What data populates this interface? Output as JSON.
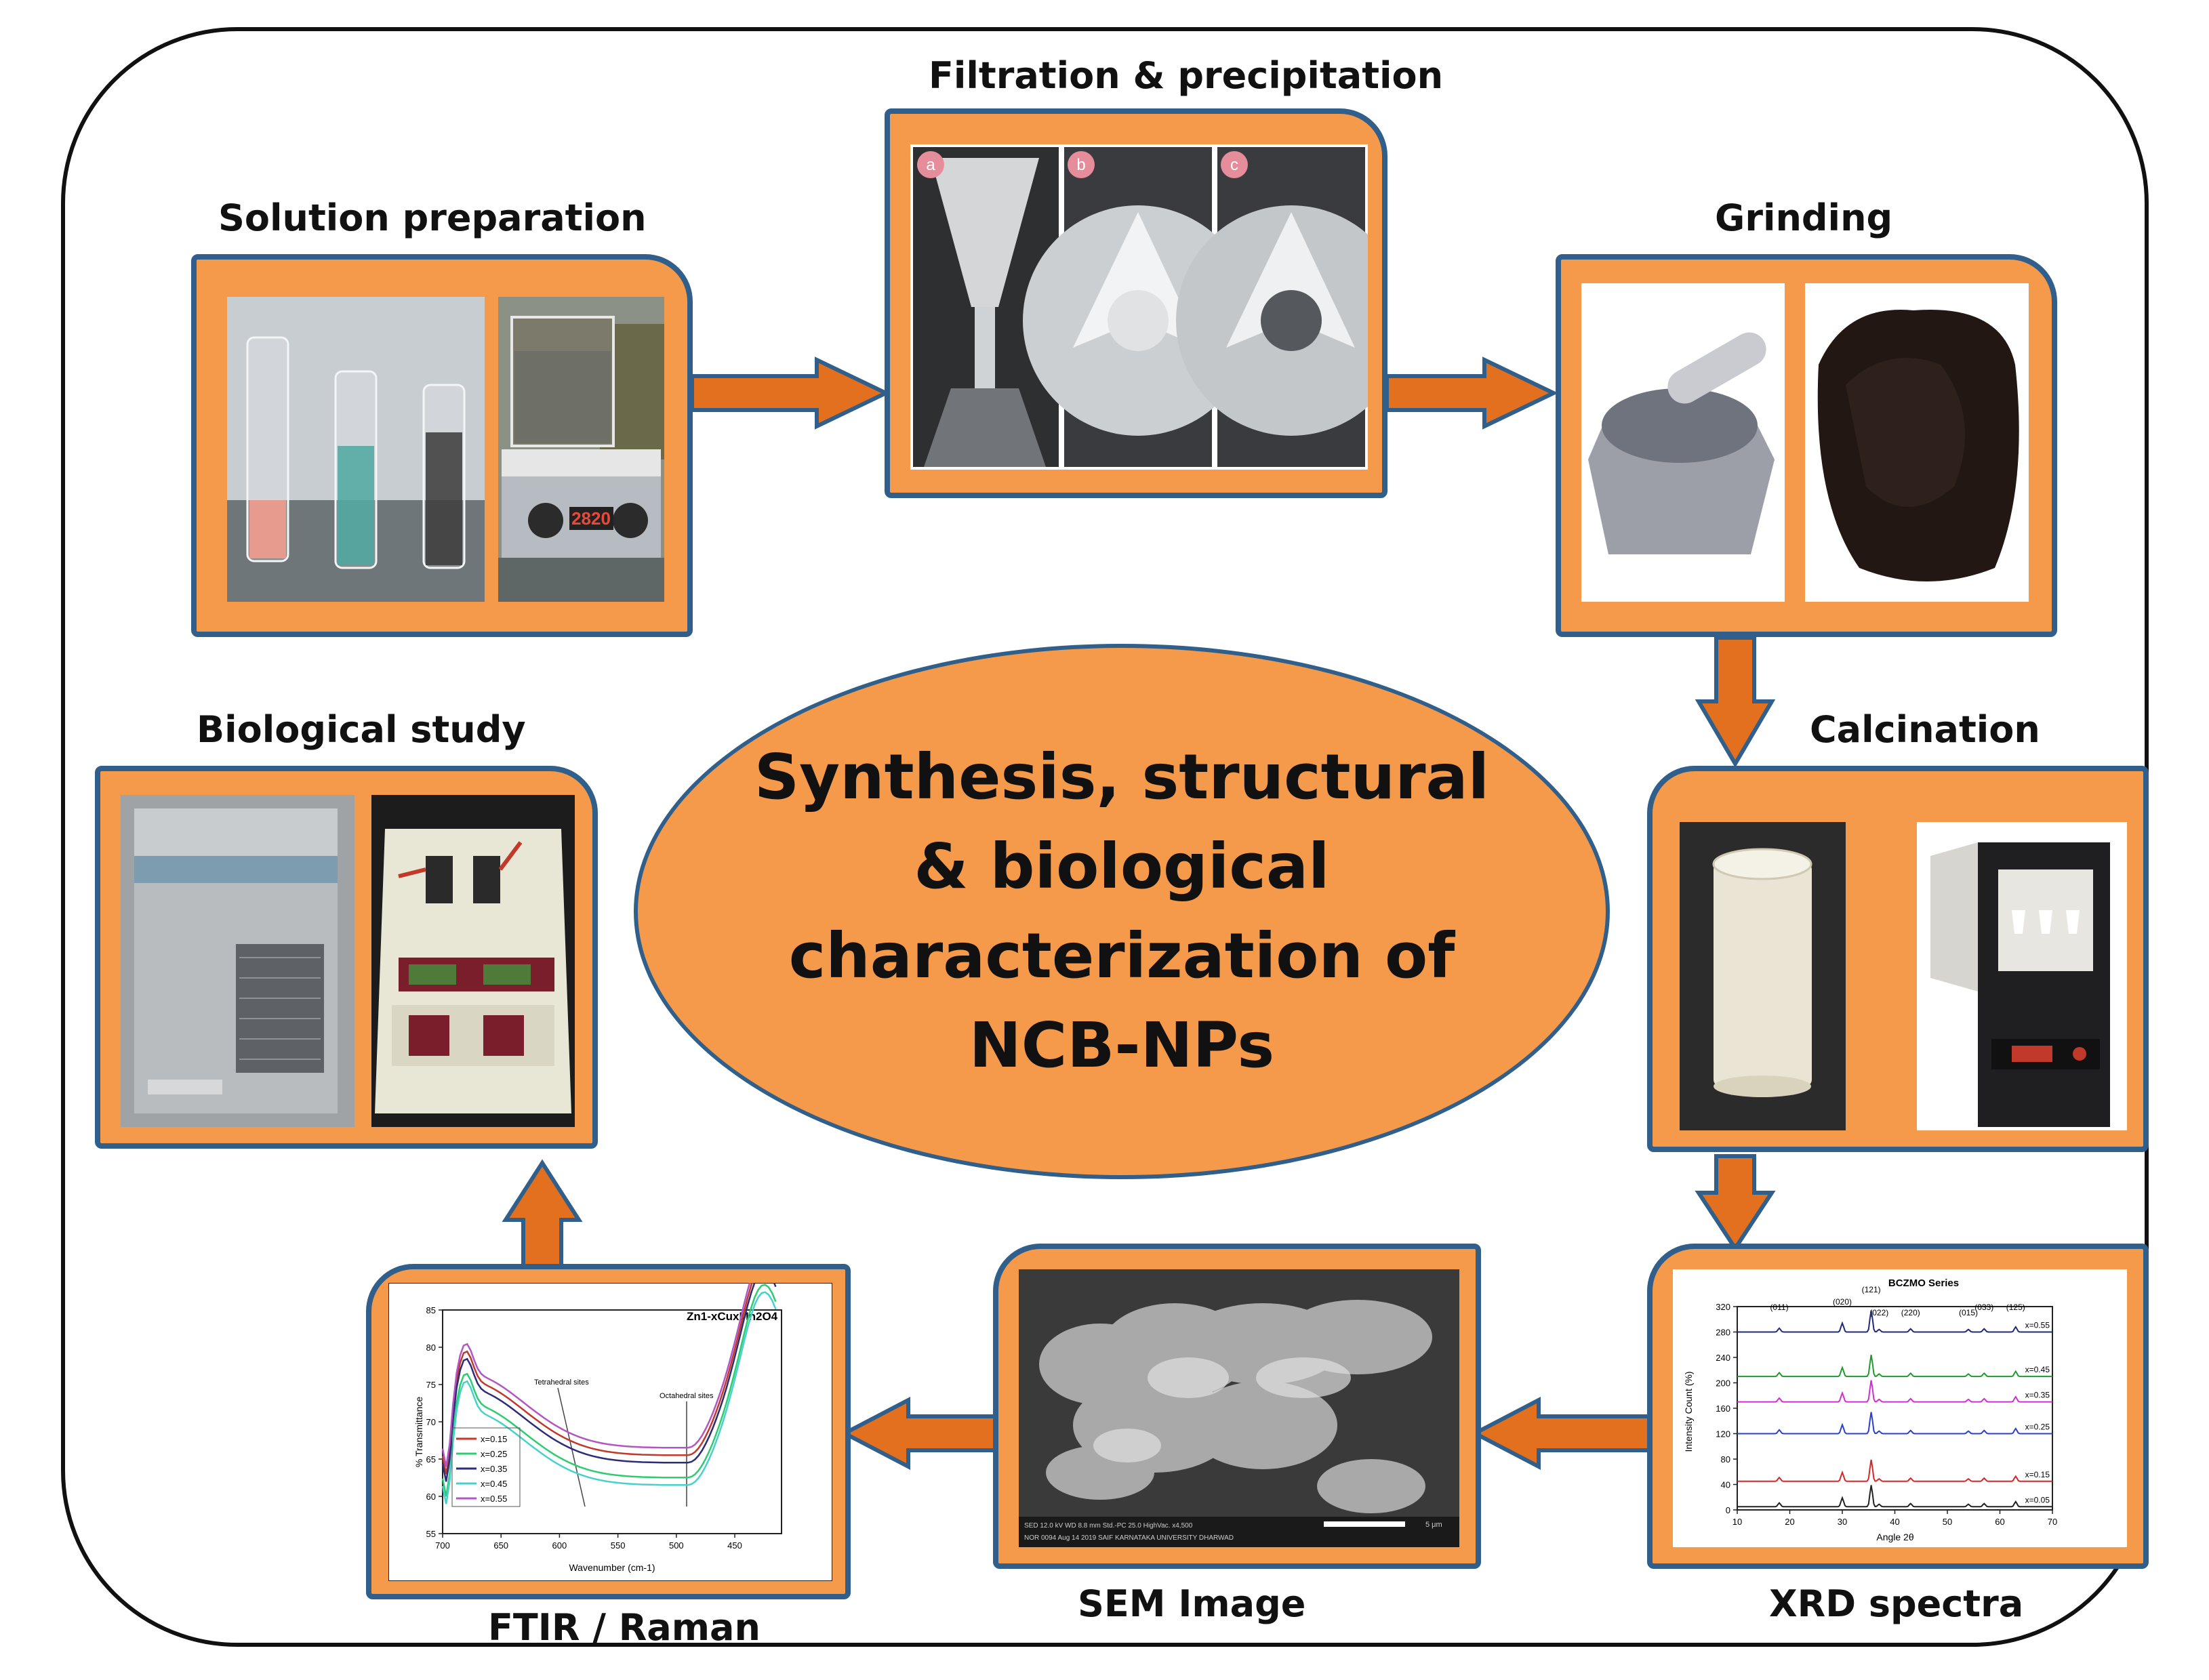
{
  "center": {
    "lines": [
      "Synthesis, structural",
      "& biological",
      "characterization of",
      "NCB-NPs"
    ]
  },
  "steps": {
    "solution": "Solution preparation",
    "filtration": "Filtration & precipitation",
    "grinding": "Grinding",
    "calcination": "Calcination",
    "xrd": "XRD spectra",
    "sem": "SEM Image",
    "ftir": "FTIR / Raman",
    "biological": "Biological study"
  },
  "photo_labels": {
    "filter_a": "a",
    "filter_b": "b",
    "filter_c": "c",
    "stirrer_display": "2820"
  },
  "colors": {
    "panel_fill": "#F49A4A",
    "panel_border": "#2F5F8A",
    "arrow_fill": "#E2701E",
    "ellipse_fill": "#F49A4A"
  },
  "xrd_chart": {
    "title": "BCZMO Series",
    "xlabel": "Angle 2θ",
    "ylabel": "Intensity Count (%)",
    "xticks": [
      "10",
      "20",
      "30",
      "40",
      "50",
      "60",
      "70"
    ],
    "yticks": [
      "0",
      "40",
      "80",
      "120",
      "160",
      "200",
      "240",
      "280",
      "320"
    ],
    "peaks": [
      "(011)",
      "(020)",
      "(121)",
      "(022)",
      "(220)",
      "(015)",
      "(033)",
      "(125)"
    ],
    "series": [
      "x=0.05",
      "x=0.15",
      "x=0.25",
      "x=0.35",
      "x=0.45",
      "x=0.55"
    ]
  },
  "sem_info": {
    "line1": "SED  12.0 kV  WD 8.8 mm  Std.-PC 25.0  HighVac.  x4,500",
    "line2": "NOR  0094  Aug 14 2019  SAIF KARNATAKA UNIVERSITY DHARWAD",
    "scale": "5 μm"
  },
  "ftir_chart": {
    "title": "Zn1-xCuxMn2O4",
    "xlabel": "Wavenumber (cm-1)",
    "ylabel": "% Transmittance",
    "xticks": [
      "700",
      "650",
      "600",
      "550",
      "500",
      "450"
    ],
    "yticks": [
      "55",
      "60",
      "65",
      "70",
      "75",
      "80",
      "85"
    ],
    "annot1": "Tetrahedral sites",
    "annot2": "Octahedral sites",
    "legend": [
      "x=0.15",
      "x=0.25",
      "x=0.35",
      "x=0.45",
      "x=0.55"
    ]
  }
}
